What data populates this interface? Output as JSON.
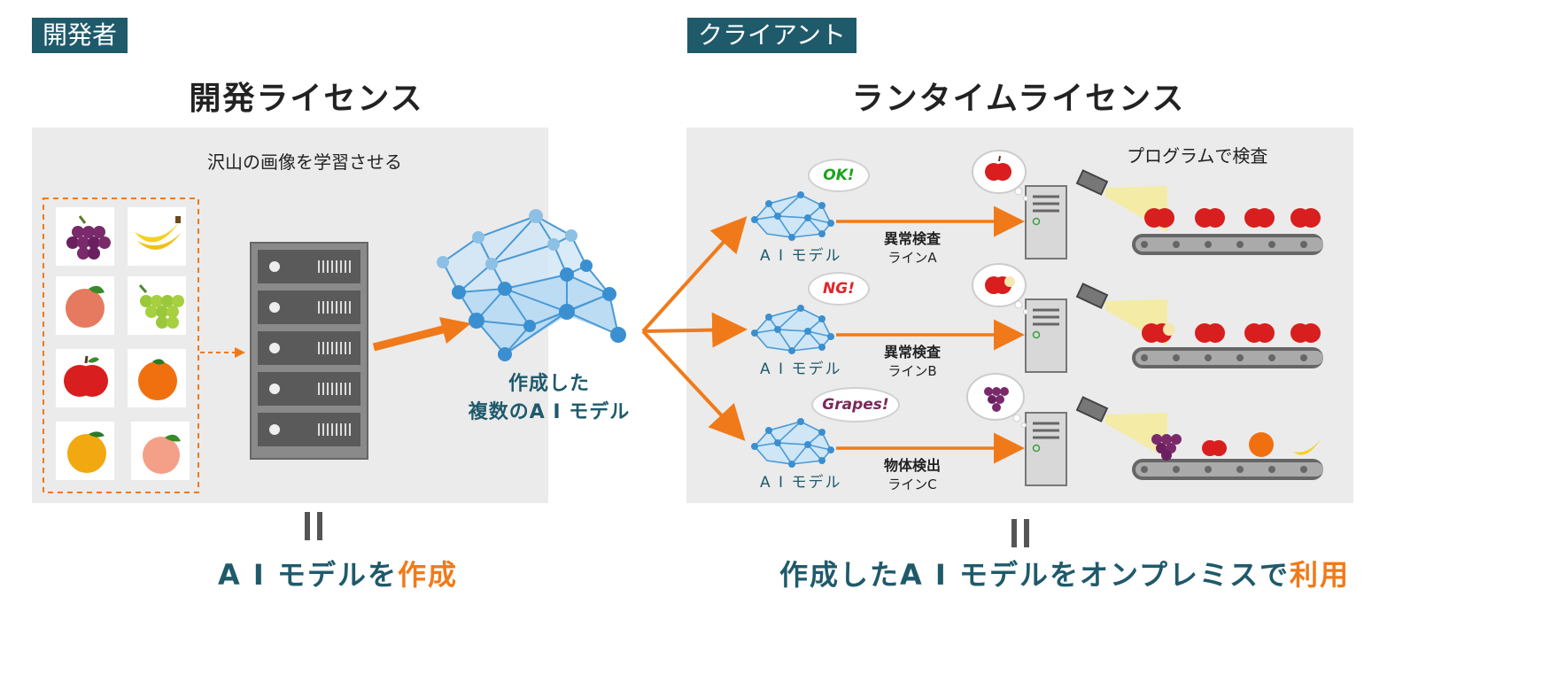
{
  "left": {
    "tag": "開発者",
    "title": "開発ライセンス",
    "panel_caption": "沢山の画像を学習させる",
    "center_caption_line1": "作成した",
    "center_caption_line2": "複数のA I モデル",
    "bottom_prefix": "A I モデルを",
    "bottom_highlight": "作成"
  },
  "right": {
    "tag": "クライアント",
    "title": "ランタイムライセンス",
    "inspect_caption": "プログラムで検査",
    "model_label": "A I モデル",
    "lines": [
      {
        "bubble": "OK!",
        "bubble_color": "#1aa31a",
        "task": "異常検査",
        "line": "ラインA"
      },
      {
        "bubble": "NG!",
        "bubble_color": "#e0262a",
        "task": "異常検査",
        "line": "ラインB"
      },
      {
        "bubble": "Grapes!",
        "bubble_color": "#7a2a5a",
        "task": "物体検出",
        "line": "ラインC"
      }
    ],
    "bottom_prefix": "作成したA I モデルをオンプレミスで",
    "bottom_highlight": "利用"
  },
  "colors": {
    "teal": "#1f5a6b",
    "orange": "#f07a1a",
    "panel": "#ebebeb",
    "network_blue": "#3a8fd0"
  },
  "fruits": [
    "grapes-icon",
    "banana-icon",
    "peach-icon",
    "green-grapes-icon",
    "apple-icon",
    "orange-icon",
    "yuzu-icon",
    "peach-icon"
  ]
}
